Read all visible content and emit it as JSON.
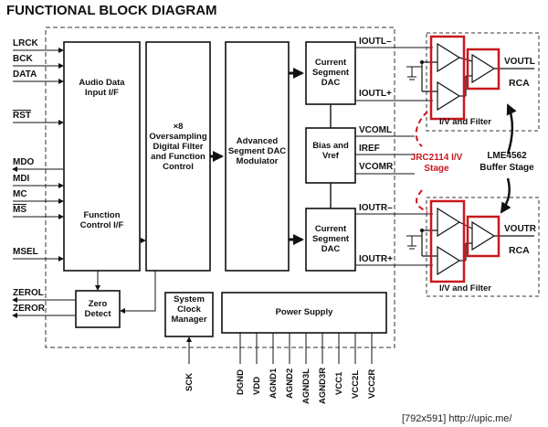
{
  "diagram": {
    "title": "FUNCTIONAL BLOCK DIAGRAM",
    "left_pins": [
      "LRCK",
      "BCK",
      "DATA",
      "RST",
      "MDO",
      "MDI",
      "MC",
      "MS",
      "MSEL",
      "ZEROL",
      "ZEROR"
    ],
    "blocks": {
      "audio_if": "Audio Data Input I/F",
      "function_control_if": "Function Control I/F",
      "oversampling": "×8 Oversampling Digital Filter and Function Control",
      "modulator": "Advanced Segment DAC Modulator",
      "dac_left": "Current Segment DAC",
      "dac_right": "Current Segment DAC",
      "bias": "Bias and Vref",
      "zero_detect": "Zero Detect",
      "clock_manager": "System Clock Manager",
      "power_supply": "Power Supply"
    },
    "signal_labels": {
      "ioutl_minus": "IOUTL–",
      "ioutl_plus": "IOUTL+",
      "vcoml": "VCOML",
      "iref": "IREF",
      "vcomr": "VCOMR",
      "ioutr_minus": "IOUTR–",
      "ioutr_plus": "IOUTR+"
    },
    "bottom_pins": [
      "SCK",
      "DGND",
      "VDD",
      "AGND1",
      "AGND2",
      "AGND3L",
      "AGND3R",
      "VCC1",
      "VCC2L",
      "VCC2R"
    ],
    "output_stage": {
      "filter_label_top": "I/V and Filter",
      "filter_label_bottom": "I/V and Filter",
      "vout_left": "VOUTL",
      "vout_right": "VOUTR",
      "rca_top": "RCA",
      "rca_bottom": "RCA"
    },
    "annotations": {
      "iv_stage": "JRC2114 I/V Stage",
      "buffer_stage": "LME4562 Buffer Stage"
    },
    "watermark": "[792x591] http://upic.me/",
    "colors": {
      "line": "#111111",
      "highlight": "#c8181e",
      "dashed": "#333333"
    }
  }
}
